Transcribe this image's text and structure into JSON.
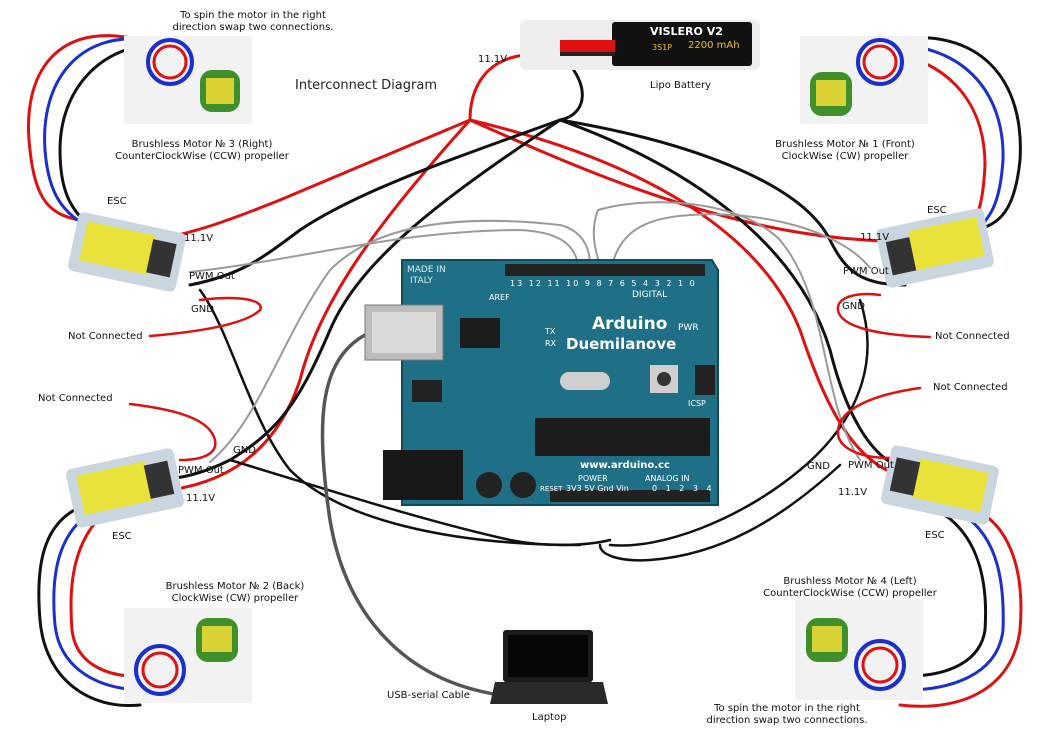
{
  "title": "Interconnect Diagram",
  "battery": {
    "brand": "VISLERO",
    "model": "V2",
    "capacity": "2200",
    "unit": "mAh",
    "cells": "3S1P",
    "label": "Lipo Battery",
    "voltage": "11.1V"
  },
  "arduino": {
    "made_in": "MADE IN",
    "country": "ITALY",
    "name": "Arduino",
    "model": "Duemilanove",
    "website": "www.arduino.cc",
    "header_digital": "DIGITAL",
    "header_power": "POWER",
    "header_analog": "ANALOG IN",
    "pin_row_top": "13 12 11 10 9 8  7 6 5 4 3 2 1 0",
    "pin_row_power": "3V3 5V Gnd Vin",
    "pin_row_analog": "0 1 2 3 4 5",
    "pwr": "PWR",
    "tx": "TX",
    "rx": "RX",
    "icsp": "ICSP",
    "reset": "RESET",
    "aref": "AREF"
  },
  "motors": {
    "m3": {
      "line1": "Brushless Motor № 3 (Right)",
      "line2": "CounterClockWise (CCW) propeller"
    },
    "m1": {
      "line1": "Brushless Motor № 1 (Front)",
      "line2": "ClockWise (CW) propeller"
    },
    "m2": {
      "line1": "Brushless Motor № 2 (Back)",
      "line2": "ClockWise (CW) propeller"
    },
    "m4": {
      "line1": "Brushless Motor № 4 (Left)",
      "line2": "CounterClockWise (CCW) propeller"
    }
  },
  "notes": {
    "swap_top_l1": "To spin the motor in the right",
    "swap_top_l2": "direction swap two connections.",
    "swap_bottom_l1": "To spin the motor in the right",
    "swap_bottom_l2": "direction swap two connections."
  },
  "esc": {
    "label": "ESC",
    "voltage": "11.1V",
    "pwm": "PWM Out",
    "gnd": "GND",
    "not_connected": "Not Connected"
  },
  "laptop": {
    "label": "Laptop",
    "cable": "USB-serial Cable"
  },
  "colors": {
    "red": "#e01010",
    "black": "#111111",
    "gray": "#9a9a9a",
    "blue": "#1a2fd0",
    "board": "#1f6f86",
    "motor_green": "#3f8f2a",
    "esc_yellow": "#e8e23a"
  }
}
